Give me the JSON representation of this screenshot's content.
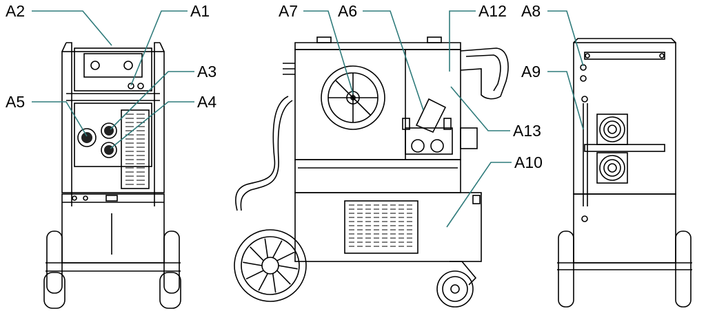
{
  "labels": {
    "a1": "A1",
    "a2": "A2",
    "a3": "A3",
    "a4": "A4",
    "a5": "A5",
    "a6": "A6",
    "a7": "A7",
    "a8": "A8",
    "a9": "A9",
    "a10": "A10",
    "a12": "A12",
    "a13": "A13"
  },
  "colors": {
    "leader_line": "#2f7b7b",
    "drawing_line": "#000000"
  }
}
